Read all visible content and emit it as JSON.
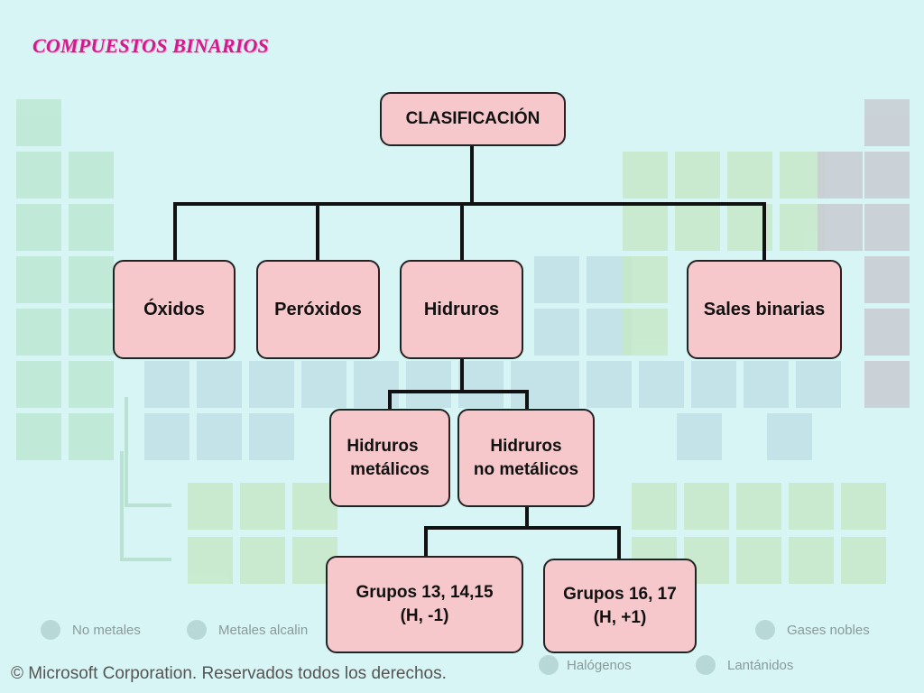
{
  "title": "COMPUESTOS BINARIOS",
  "nodes": {
    "root": "CLASIFICACIÓN",
    "oxidos": "Óxidos",
    "peroxidos": "Peróxidos",
    "hidruros": "Hidruros",
    "sales": "Sales binarias",
    "hidruros_metalicos": [
      "Hidruros",
      "metálicos"
    ],
    "hidruros_no_metalicos": [
      "Hidruros",
      "no metálicos"
    ],
    "grupos_13_15": [
      "Grupos 13, 14,15",
      "(H, -1)"
    ],
    "grupos_16_17": [
      "Grupos 16, 17",
      "(H, +1)"
    ]
  },
  "background": {
    "copyright": "© Microsoft Corporation. Reservados todos los derechos.",
    "legend": [
      "No metales",
      "Metales alcalin",
      "Gases nobles",
      "Halógenos",
      "Lantánidos"
    ]
  },
  "colors": {
    "node_fill": "#f6c8cc",
    "node_border": "#222222",
    "title": "#d21a8c",
    "background": "#d7f5f5"
  }
}
